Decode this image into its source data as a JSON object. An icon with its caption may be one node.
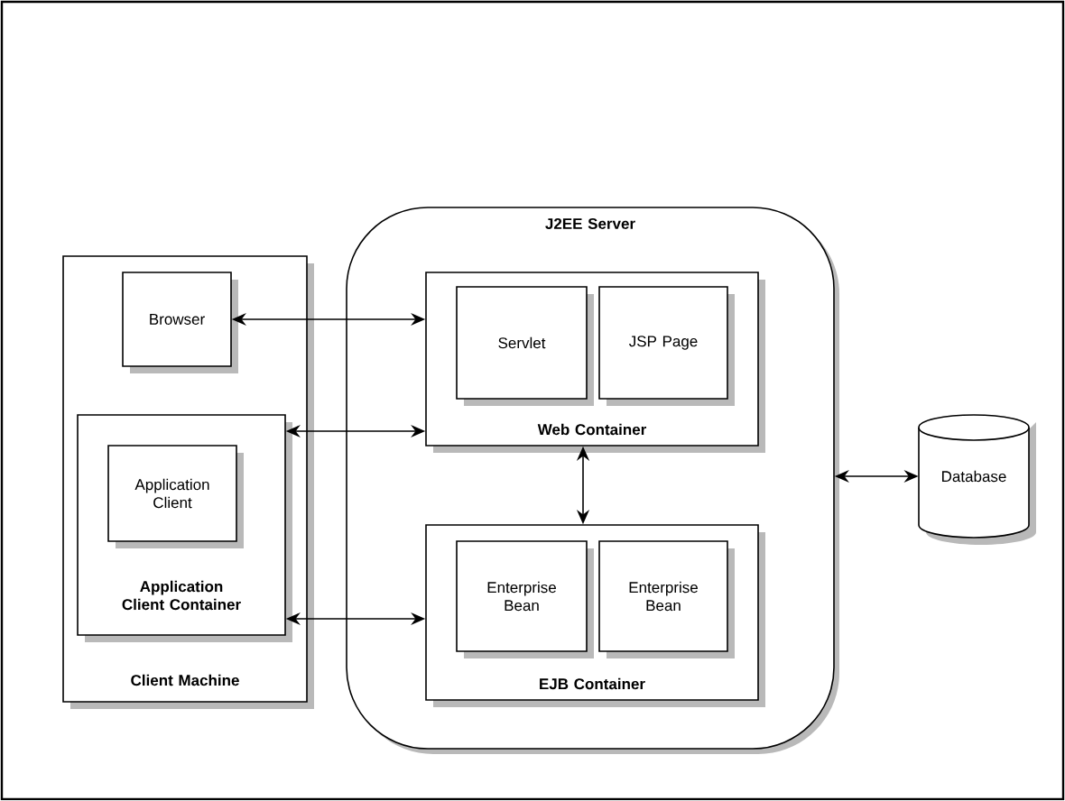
{
  "diagram": {
    "nodes": [
      {
        "text": [
          "Client Machine"
        ]
      },
      {
        "text": [
          "Browser"
        ],
        "in": 0
      },
      {
        "text": [
          "Application Client Container"
        ],
        "in": 0
      },
      {
        "text": [
          "Application Client"
        ],
        "in": 2
      },
      {
        "text": [
          "J2EE Server"
        ]
      },
      {
        "text": [
          "Web Container"
        ],
        "in": 4
      },
      {
        "text": [
          "Servlet"
        ],
        "in": 5
      },
      {
        "text": [
          "JSP Page"
        ],
        "in": 5
      },
      {
        "text": [
          "EJB Container"
        ],
        "in": 4
      },
      {
        "text": [
          "Enterprise Bean"
        ],
        "in": 8
      },
      {
        "text": [
          "Enterprise Bean"
        ],
        "in": 8
      },
      {
        "text": [
          "Database"
        ]
      }
    ],
    "edges": [
      {
        "from": 1,
        "to": 5,
        "arrow": "both"
      },
      {
        "from": 2,
        "to": 5,
        "arrow": "both"
      },
      {
        "from": 2,
        "to": 8,
        "arrow": "both"
      },
      {
        "from": 5,
        "to": 8,
        "arrow": "both"
      },
      {
        "from": 4,
        "to": 11,
        "arrow": "both"
      }
    ]
  }
}
